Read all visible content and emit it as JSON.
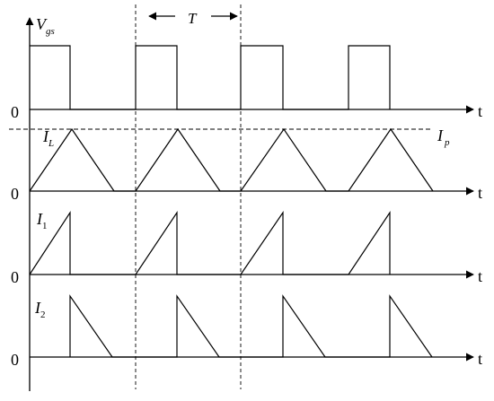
{
  "panels": [
    {
      "id": "vgs",
      "symbol": "V",
      "subscript": "gs",
      "zero": "0",
      "axis": "t"
    },
    {
      "id": "il",
      "symbol": "I",
      "subscript": "L",
      "zero": "0",
      "axis": "t",
      "peak_label_symbol": "I",
      "peak_label_subscript": "p"
    },
    {
      "id": "i1",
      "symbol": "I",
      "subscript": "1",
      "zero": "0",
      "axis": "t"
    },
    {
      "id": "i2",
      "symbol": "I",
      "subscript": "2",
      "zero": "0",
      "axis": "t"
    }
  ],
  "period": {
    "label": "T"
  },
  "pulse_count": 4
}
